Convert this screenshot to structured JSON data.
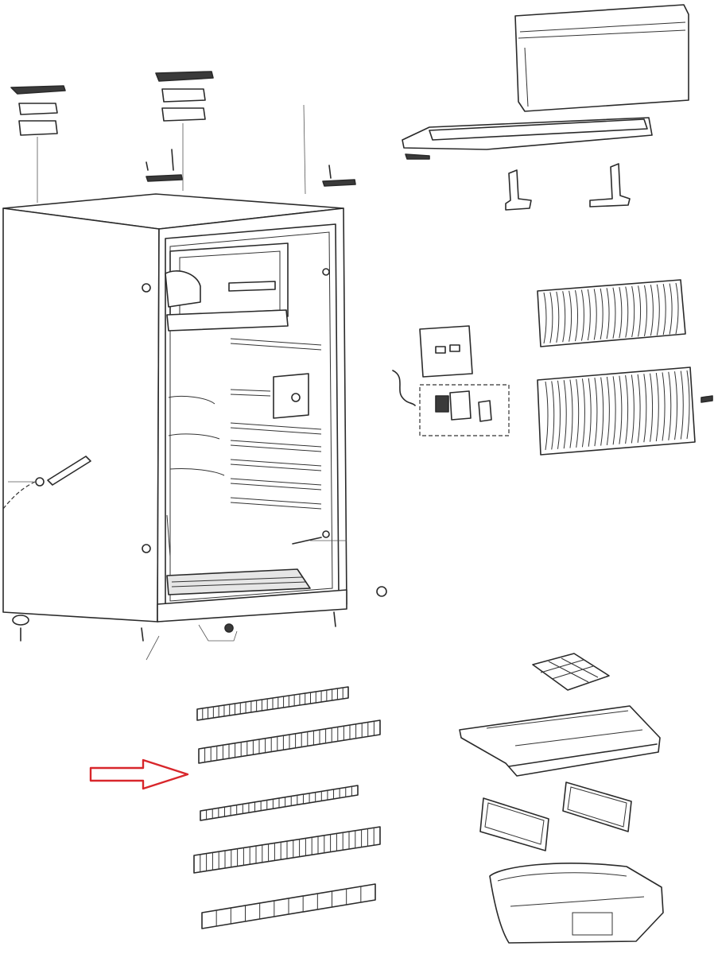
{
  "diagram": {
    "kind": "exploded-parts-view",
    "accent_color": "#d8262b",
    "line_color": "#2a2a2a",
    "highlighted_part": "second-shelf",
    "shelf_count": 5
  }
}
